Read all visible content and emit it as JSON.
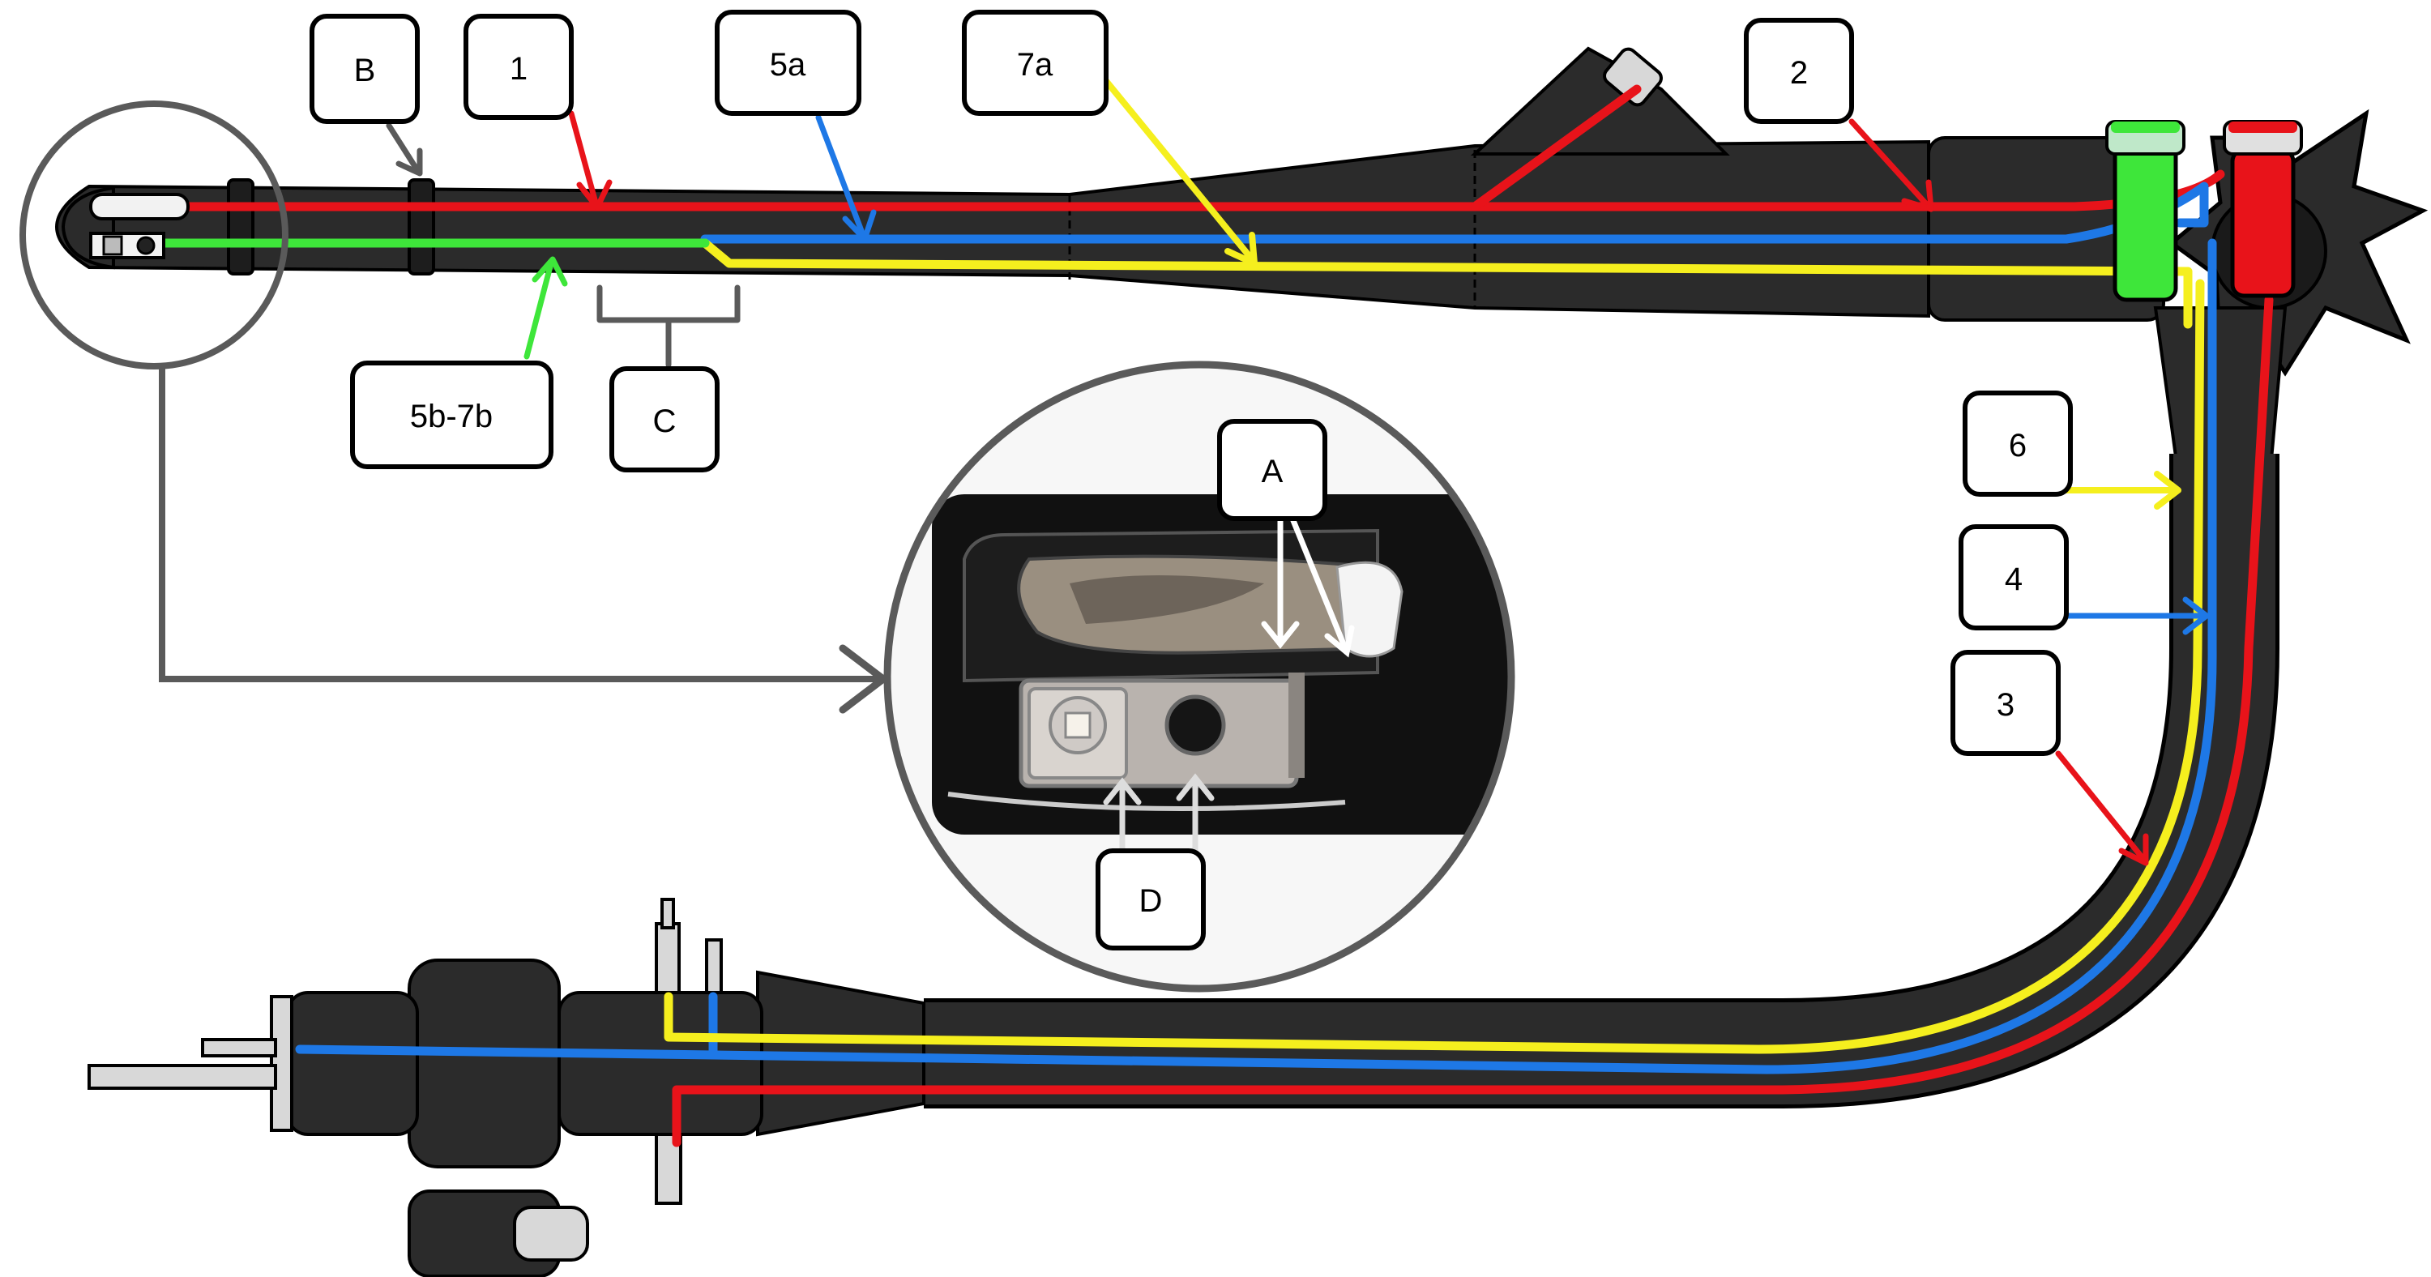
{
  "labels": {
    "l1": "1",
    "l2": "2",
    "l3": "3",
    "l4": "4",
    "l5a": "5a",
    "l5b7b": "5b-7b",
    "l6": "6",
    "l7a": "7a",
    "lA": "A",
    "lB": "B",
    "lC": "C",
    "lD": "D"
  },
  "colors": {
    "red": "#e8131a",
    "blue": "#1e78e6",
    "yellow": "#f5ef1e",
    "green": "#3ee63a",
    "gray_callout": "#5a5a5a",
    "scope_body": "#2b2b2b"
  }
}
